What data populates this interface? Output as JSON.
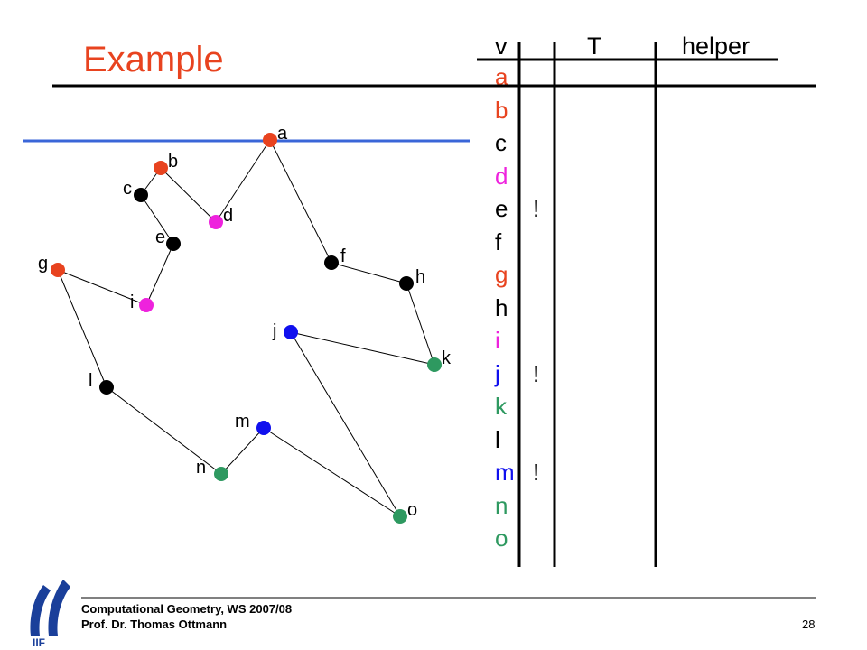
{
  "slide": {
    "title": "Example",
    "footer_course": "Computational Geometry, WS 2007/08",
    "footer_author": "Prof. Dr. Thomas Ottmann",
    "page_number": "28",
    "logo_text": "IIF"
  },
  "table": {
    "headers": {
      "v": "v",
      "t": "T",
      "helper": "helper"
    },
    "rows": [
      {
        "label": "a",
        "color": "#e8431f",
        "mark": ""
      },
      {
        "label": "b",
        "color": "#e8431f",
        "mark": ""
      },
      {
        "label": "c",
        "color": "#000000",
        "mark": ""
      },
      {
        "label": "d",
        "color": "#ee22dd",
        "mark": ""
      },
      {
        "label": "e",
        "color": "#000000",
        "mark": "!"
      },
      {
        "label": "f",
        "color": "#000000",
        "mark": ""
      },
      {
        "label": "g",
        "color": "#e8431f",
        "mark": ""
      },
      {
        "label": "h",
        "color": "#000000",
        "mark": ""
      },
      {
        "label": "i",
        "color": "#ee22dd",
        "mark": ""
      },
      {
        "label": "j",
        "color": "#1010ee",
        "mark": "!"
      },
      {
        "label": "k",
        "color": "#2e9960",
        "mark": ""
      },
      {
        "label": "l",
        "color": "#000000",
        "mark": ""
      },
      {
        "label": "m",
        "color": "#1010ee",
        "mark": "!"
      },
      {
        "label": "n",
        "color": "#2e9960",
        "mark": ""
      },
      {
        "label": "o",
        "color": "#2e9960",
        "mark": ""
      }
    ]
  },
  "polygon": {
    "vertices": [
      {
        "id": "a",
        "color": "#e8431f"
      },
      {
        "id": "b",
        "color": "#e8431f"
      },
      {
        "id": "c",
        "color": "#000000"
      },
      {
        "id": "d",
        "color": "#ee22dd"
      },
      {
        "id": "e",
        "color": "#000000"
      },
      {
        "id": "f",
        "color": "#000000"
      },
      {
        "id": "g",
        "color": "#e8431f"
      },
      {
        "id": "h",
        "color": "#000000"
      },
      {
        "id": "i",
        "color": "#ee22dd"
      },
      {
        "id": "j",
        "color": "#1010ee"
      },
      {
        "id": "k",
        "color": "#2e9960"
      },
      {
        "id": "l",
        "color": "#000000"
      },
      {
        "id": "m",
        "color": "#1010ee"
      },
      {
        "id": "n",
        "color": "#2e9960"
      },
      {
        "id": "o",
        "color": "#2e9960"
      }
    ],
    "sweep_line_color": "#3a66d8"
  }
}
